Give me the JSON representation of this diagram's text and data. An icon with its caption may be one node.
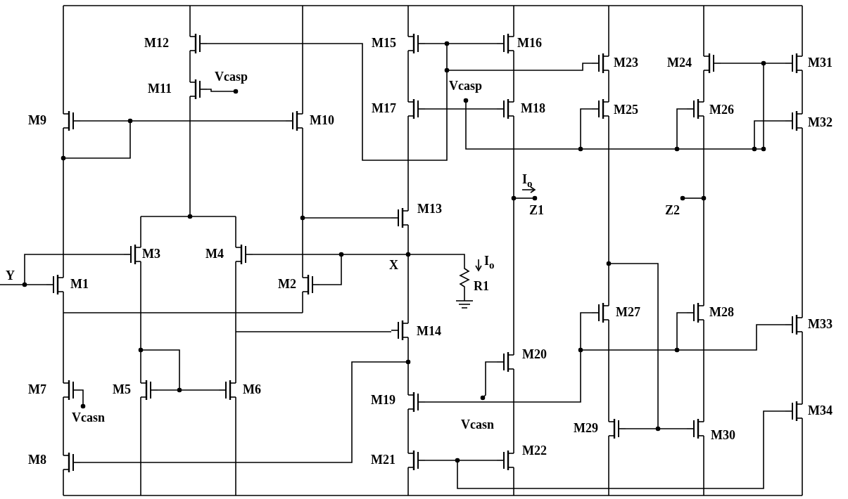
{
  "diagram": {
    "labels": [
      "M12",
      "M15",
      "M16",
      "M11",
      "Vcasp",
      "M23",
      "M24",
      "M31",
      "M9",
      "M10",
      "M17",
      "Vcasp",
      "M18",
      "M25",
      "M26",
      "M32",
      "I$_{o}$",
      "M13",
      "Z1",
      "Z2",
      "M3",
      "M4",
      "I$_{o}$",
      "Y",
      "X",
      "M1",
      "M2",
      "R1",
      "M27",
      "M28",
      "M14",
      "M33",
      "M20",
      "M7",
      "M5",
      "M6",
      "M19",
      "M34",
      "Vcasn",
      "Vcasn",
      "M29",
      "M30",
      "M8",
      "M21",
      "M22"
    ]
  }
}
